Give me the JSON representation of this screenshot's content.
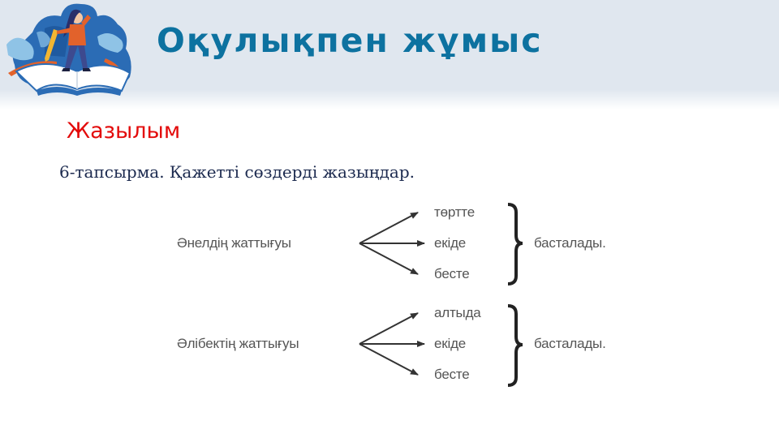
{
  "header": {
    "title": "Оқулықпен жұмыс",
    "illustration": "girl-on-open-book-illustration"
  },
  "section_title": "Жазылым",
  "task": "6-тапсырма. Қажетті сөздерді жазыңдар.",
  "diagram": {
    "groups": [
      {
        "subject": "Әнелдің жаттығуы",
        "options": [
          "төртте",
          "екіде",
          "бесте"
        ],
        "predicate": "басталады."
      },
      {
        "subject": "Әлібектің жаттығуы",
        "options": [
          "алтыда",
          "екіде",
          "бесте"
        ],
        "predicate": "басталады."
      }
    ]
  },
  "colors": {
    "title": "#0d72a0",
    "section": "#e30b0b",
    "task": "#1c2a4f",
    "header_bg": "#e0e7ef",
    "diagram_text": "#555555"
  }
}
